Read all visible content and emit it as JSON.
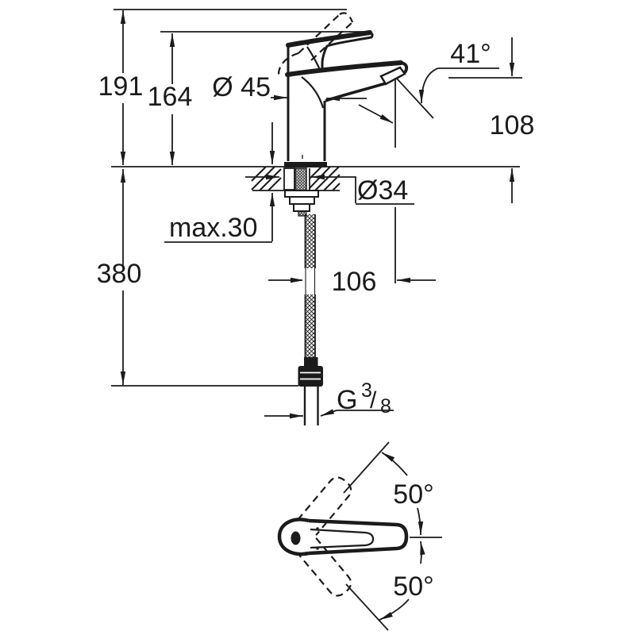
{
  "page": {
    "background": "#ffffff",
    "ink": "#1b1b1b"
  },
  "side_view": {
    "labels": {
      "total_height": "191",
      "handle_top_height": "164",
      "body_diameter": "Ø 45",
      "spout_angle": "41°",
      "outlet_height": "108",
      "mounting_hole_diameter": "Ø34",
      "max_deck_thickness": "max.30",
      "hose_length": "380",
      "spout_reach": "106",
      "thread_g": "G",
      "thread_numerator": "3",
      "thread_slash": "/",
      "thread_denominator": "8"
    }
  },
  "top_view": {
    "labels": {
      "handle_swivel_up": "50°",
      "handle_swivel_down": "50°"
    }
  }
}
